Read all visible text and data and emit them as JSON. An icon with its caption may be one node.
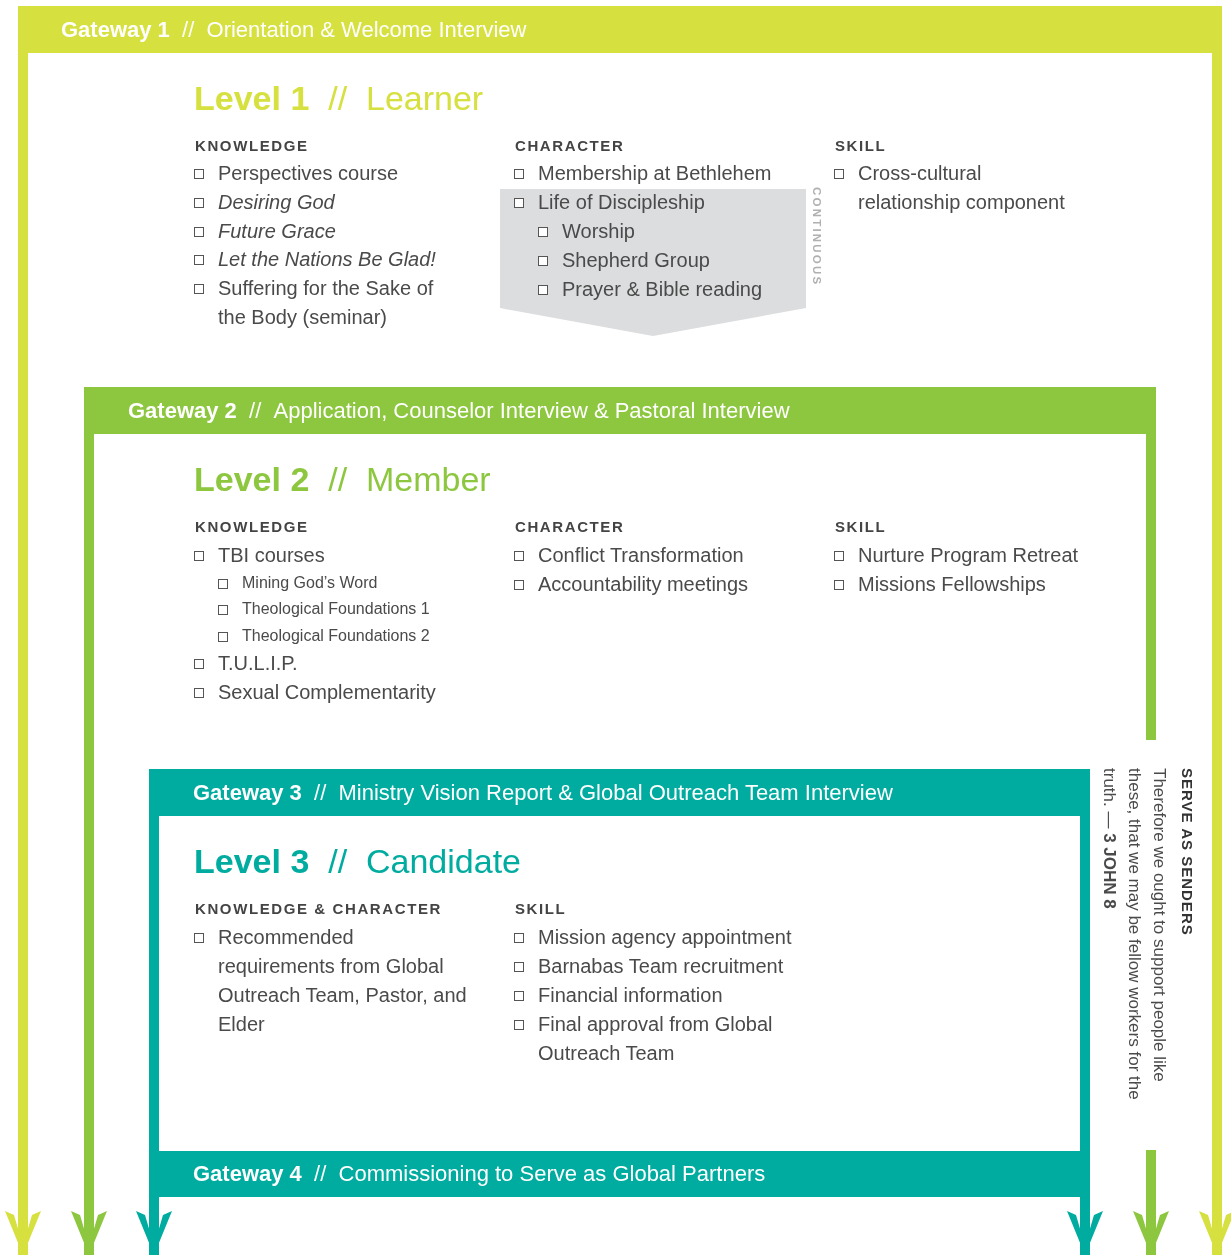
{
  "diagram": {
    "nodes": [
      {
        "text": [
          "**Gateway 1** // Orientation & Welcome Interview"
        ]
      },
      {
        "text": [
          "**Gateway 2** // Application, Counselor Interview & Pastoral Interview"
        ]
      },
      {
        "text": [
          "**Gateway 3** // Ministry Vision Report & Global Outreach Team Interview"
        ]
      },
      {
        "text": [
          "**Gateway 4** // Commissioning to Serve as Global Partners"
        ]
      },
      {
        "text": [
          "Life of Discipleship",
          "Worship",
          "Shepherd Group",
          "Prayer & Bible reading"
        ],
        "beside": [
          "CONTINUOUS"
        ]
      }
    ],
    "edges": [
      {
        "from": 0,
        "to": null,
        "arrow": "to",
        "color": "#d6e03f"
      },
      {
        "from": 0,
        "to": null,
        "arrow": "to",
        "color": "#d6e03f"
      },
      {
        "from": 1,
        "to": null,
        "arrow": "to",
        "color": "#8dc63f"
      },
      {
        "from": 1,
        "to": null,
        "arrow": "to",
        "color": "#8dc63f"
      },
      {
        "from": 2,
        "to": 3,
        "arrow": "none"
      },
      {
        "from": 2,
        "to": 3,
        "arrow": "none"
      },
      {
        "from": 3,
        "to": null,
        "arrow": "to"
      },
      {
        "from": 3,
        "to": null,
        "arrow": "to"
      }
    ],
    "labels": [
      "**Level 1** // Learner",
      "KNOWLEDGE",
      "Perspectives course",
      "Desiring God",
      "Future Grace",
      "Let the Nations Be Glad!",
      "Suffering for the Sake of the Body (seminar)",
      "CHARACTER",
      "Membership at Bethlehem",
      "SKILL",
      "Cross-cultural relationship component",
      "**Level 2** // Member",
      "KNOWLEDGE",
      "TBI courses",
      "Mining God’s Word",
      "Theological Foundations 1",
      "Theological Foundations 2",
      "T.U.L.I.P.",
      "Sexual Complementarity",
      "CHARACTER",
      "Conflict Transformation",
      "Accountability meetings",
      "SKILL",
      "Nurture Program Retreat",
      "Missions Fellowships",
      "**Level 3** // Candidate",
      "KNOWLEDGE & CHARACTER",
      "Recommended requirements from Global Outreach Team, Pastor, and Elder",
      "SKILL",
      "Mission agency appointment",
      "Barnabas Team recruitment",
      "Financial information",
      "Final approval from Global Outreach Team",
      "SERVE AS SENDERS",
      "Therefore we ought to support people like these, that we may be fellow workers for the truth. — **3 JOHN 8**"
    ]
  }
}
